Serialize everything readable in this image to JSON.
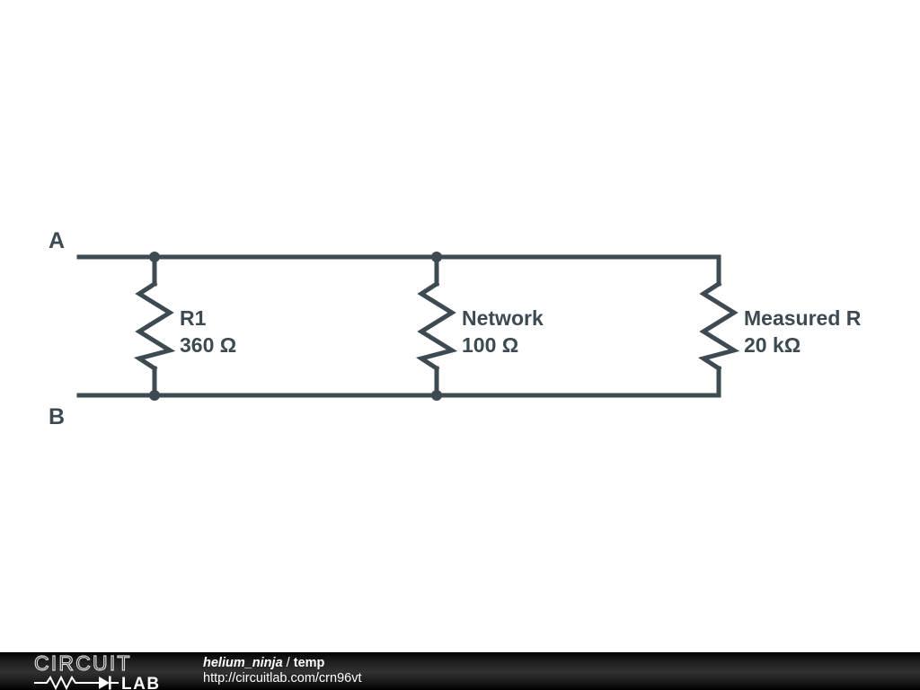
{
  "diagram": {
    "type": "schematic",
    "title": "temp",
    "terminals": [
      {
        "name": "A",
        "label": "A"
      },
      {
        "name": "B",
        "label": "B"
      }
    ],
    "components": [
      {
        "ref": "R1",
        "kind": "resistor",
        "name_label": "R1",
        "value_label": "360 Ω",
        "value": 360,
        "unit": "Ω"
      },
      {
        "ref": "Network",
        "kind": "resistor",
        "name_label": "Network",
        "value_label": "100 Ω",
        "value": 100,
        "unit": "Ω"
      },
      {
        "ref": "Measured R",
        "kind": "resistor",
        "name_label": "Measured R",
        "value_label": "20 kΩ",
        "value": 20000,
        "unit": "Ω"
      }
    ],
    "colors": {
      "stroke": "#3e4a52",
      "background": "#ffffff",
      "footer_text": "#ffffff"
    }
  },
  "footer": {
    "logo_line1": "CIRCUIT",
    "logo_line2": "LAB",
    "username": "helium_ninja",
    "separator": " / ",
    "project": "temp",
    "url": "http://circuitlab.com/crn96vt"
  }
}
